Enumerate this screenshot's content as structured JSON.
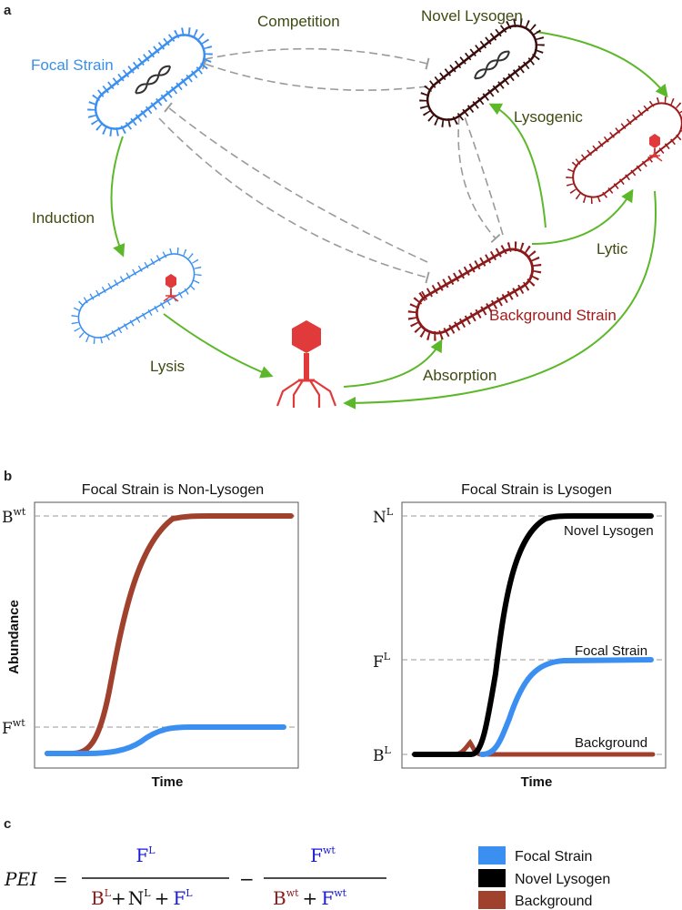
{
  "panels": {
    "a": "a",
    "b": "b",
    "c": "c"
  },
  "diagram": {
    "focal_strain": "Focal Strain",
    "novel_lysogen": "Novel Lysogen",
    "background_strain": "Background Strain",
    "competition": "Competition",
    "induction": "Induction",
    "lysis": "Lysis",
    "absorption": "Absorption",
    "lysogenic": "Lysogenic",
    "lytic": "Lytic"
  },
  "plot_left": {
    "title": "Focal Strain is Non-Lysogen",
    "ylabel": "Abundance",
    "xlabel": "Time",
    "tick_top": "B",
    "tick_top_sup": "wt",
    "tick_bottom": "F",
    "tick_bottom_sup": "wt"
  },
  "plot_right": {
    "title": "Focal Strain is Lysogen",
    "xlabel": "Time",
    "tick_top": "N",
    "tick_top_sup": "L",
    "tick_mid": "F",
    "tick_mid_sup": "L",
    "tick_bottom": "B",
    "tick_bottom_sup": "L",
    "label_novel": "Novel Lysogen",
    "label_focal": "Focal Strain",
    "label_background": "Background"
  },
  "equation": {
    "lhs": "PEI",
    "eq": "=",
    "minus": "−",
    "plus": "+",
    "F": "F",
    "B": "B",
    "N": "N",
    "sup_L": "L",
    "sup_wt": "wt"
  },
  "legend": [
    {
      "label": "Focal Strain",
      "color": "#3b8ff0"
    },
    {
      "label": "Novel Lysogen",
      "color": "#000000"
    },
    {
      "label": "Background",
      "color": "#a0412d"
    }
  ],
  "colors": {
    "focal": "#3b8ff0",
    "novel": "#000000",
    "background": "#a0412d",
    "arrow": "#5cb82a",
    "inhibit": "#9a9a9a",
    "phage": "#e03a3a"
  }
}
